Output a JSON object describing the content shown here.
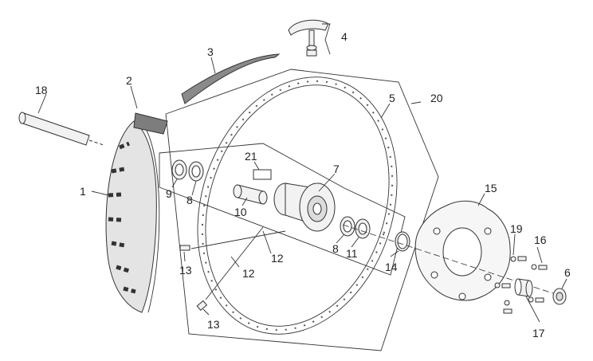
{
  "diagram": {
    "callouts": {
      "c1": "1",
      "c2": "2",
      "c3": "3",
      "c4": "4",
      "c5": "5",
      "c6": "6",
      "c7": "7",
      "c8a": "8",
      "c8b": "8",
      "c9": "9",
      "c10": "10",
      "c11": "11",
      "c12a": "12",
      "c12b": "12",
      "c13a": "13",
      "c13b": "13",
      "c14": "14",
      "c15": "15",
      "c16": "16",
      "c17": "17",
      "c18": "18",
      "c19": "19",
      "c20": "20",
      "c21": "21"
    },
    "colors": {
      "line": "#333333",
      "tire_tread": "#d9d9d9",
      "rim_tape": "#8a8a8a",
      "metal": "#eeeeee"
    }
  }
}
